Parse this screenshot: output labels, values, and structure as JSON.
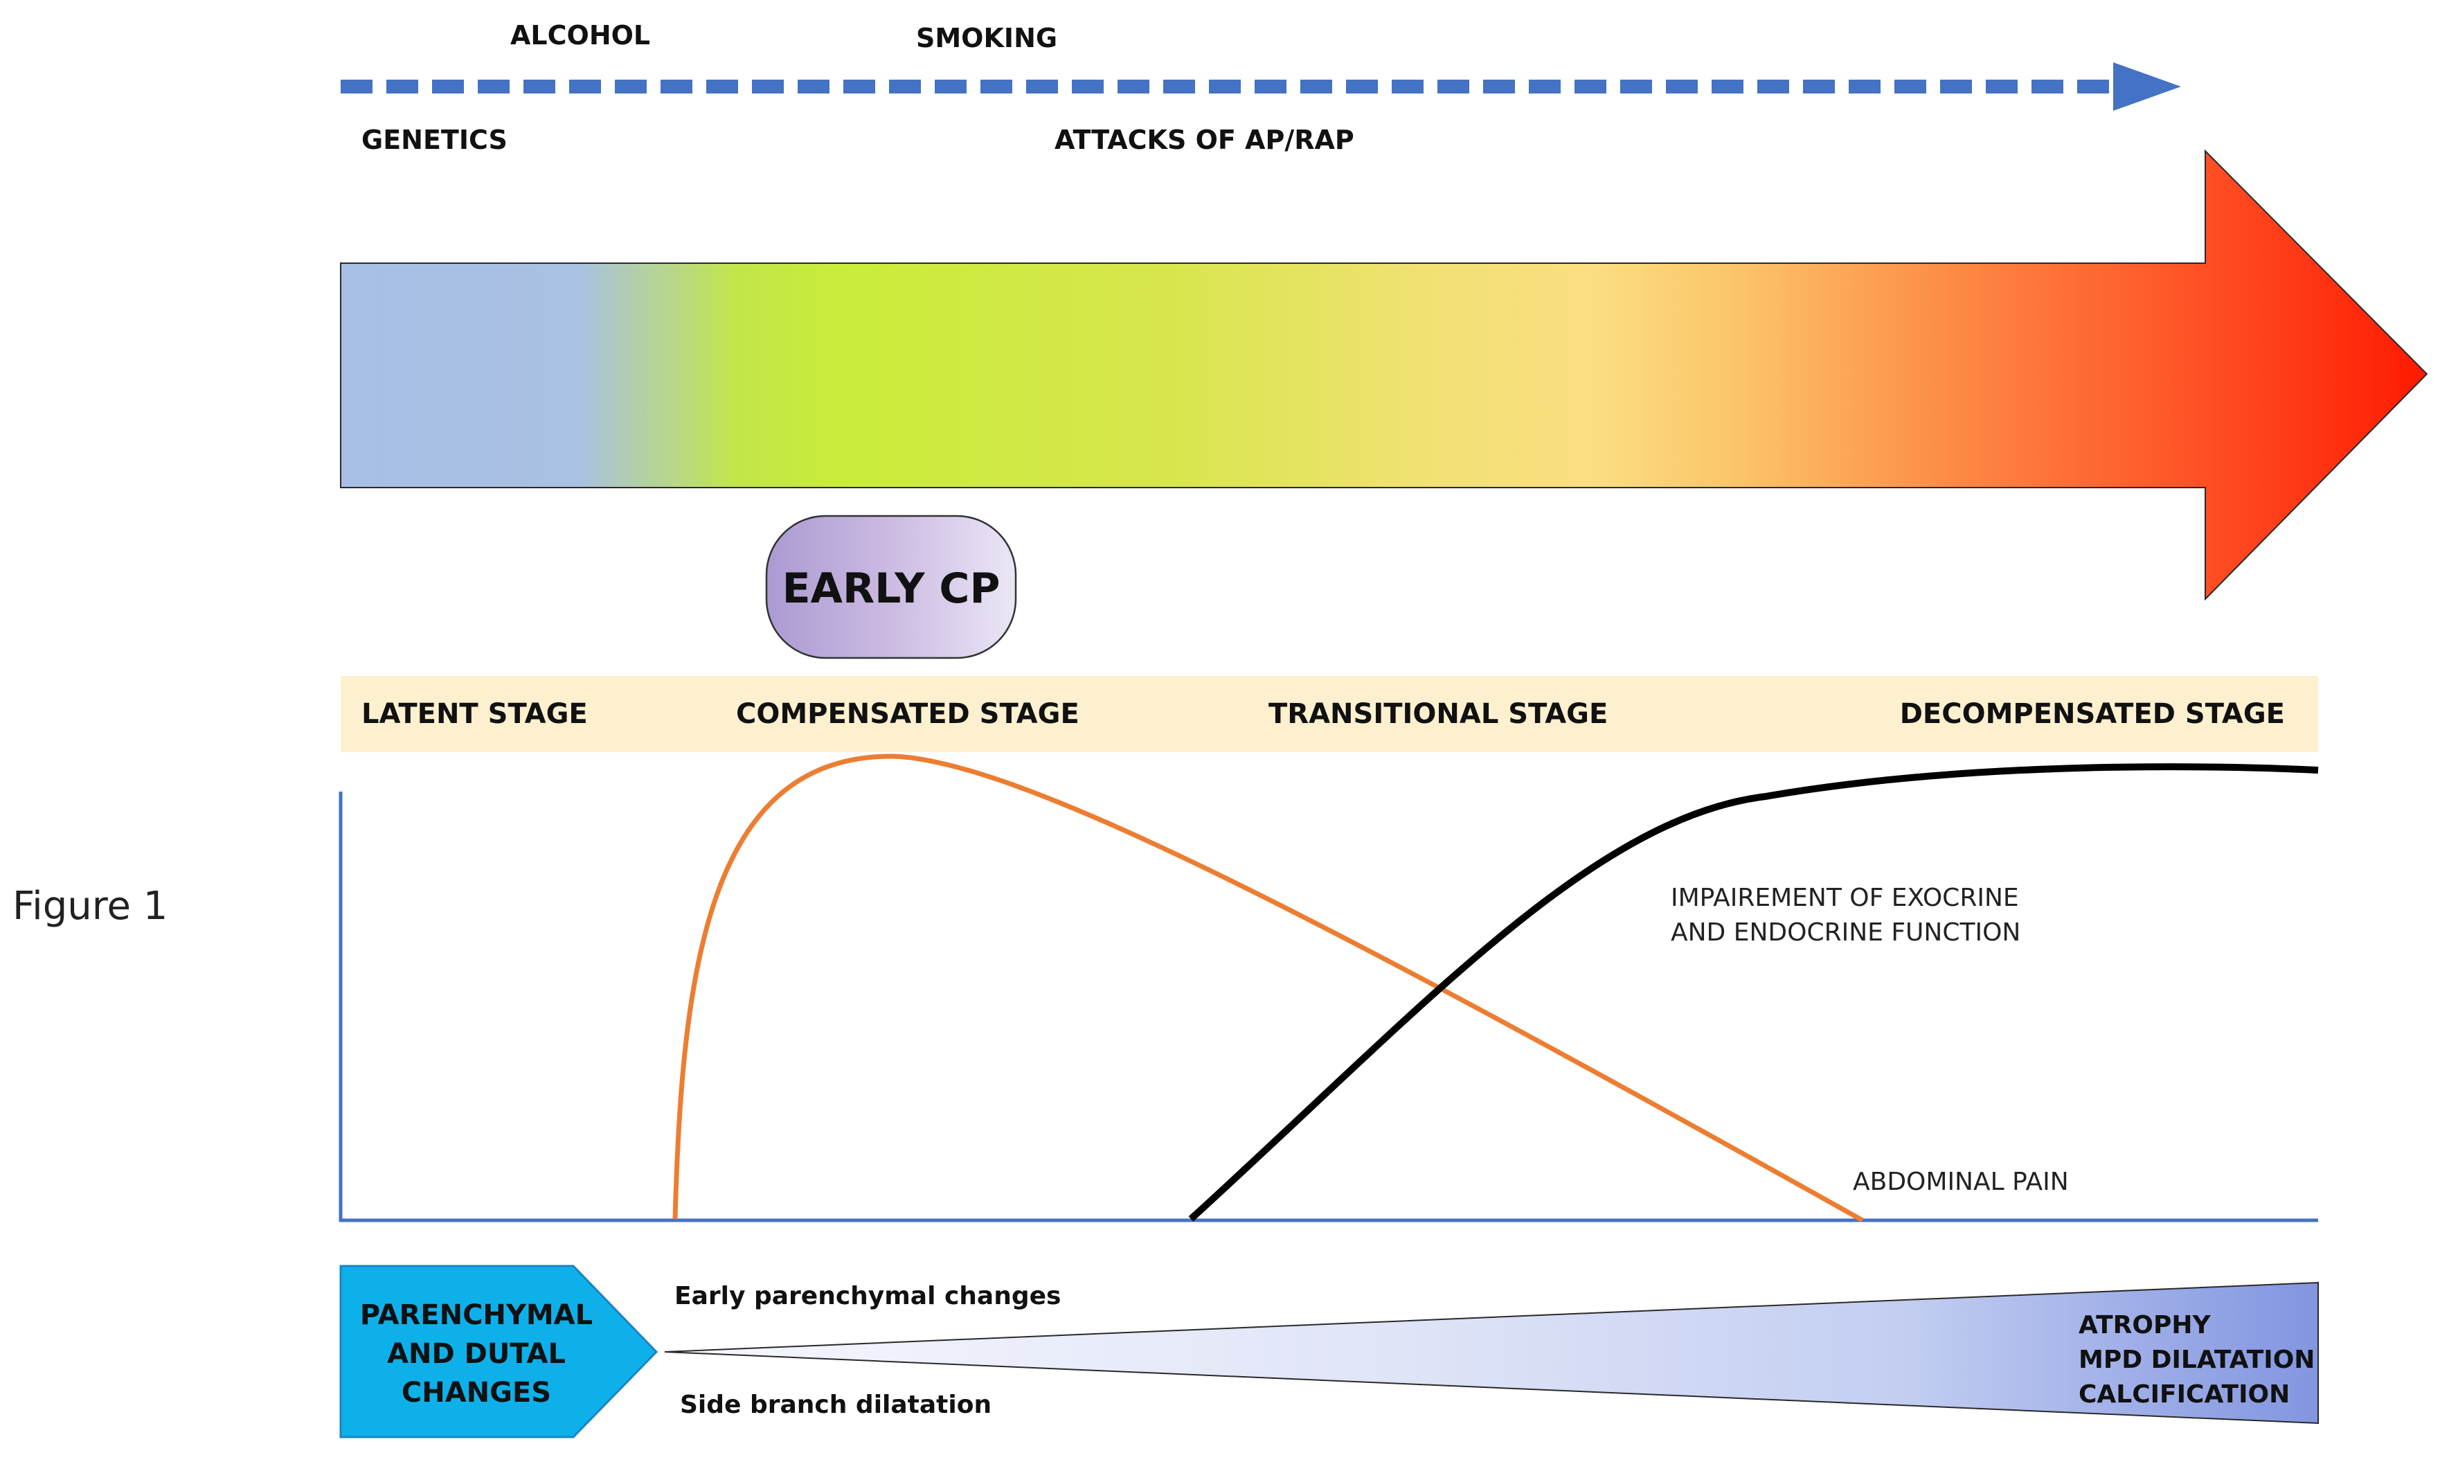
{
  "figure_label": "Figure 1",
  "risk_factors": {
    "alcohol": "ALCOHOL",
    "smoking": "SMOKING",
    "genetics": "GENETICS",
    "attacks": "ATTACKS OF AP/RAP"
  },
  "early_cp": "EARLY CP",
  "stages": {
    "latent": "LATENT STAGE",
    "compensated": "COMPENSATED STAGE",
    "transitional": "TRANSITIONAL STAGE",
    "decompensated": "DECOMPENSATED STAGE"
  },
  "curves": {
    "impairment_line1": "IMPAIREMENT OF EXOCRINE",
    "impairment_line2": "AND ENDOCRINE FUNCTION",
    "abdominal_pain": "ABDOMINAL PAIN"
  },
  "changes": {
    "box_line1": "PARENCHYMAL",
    "box_line2": "AND DUTAL",
    "box_line3": "CHANGES",
    "early_parenchymal": "Early parenchymal changes",
    "side_branch": "Side branch dilatation",
    "atrophy": "ATROPHY",
    "mpd": "MPD DILATATION",
    "calcification": "CALCIFICATION"
  },
  "colors": {
    "dashed_arrow": "#4472c4",
    "axis": "#4472c4",
    "pain_curve": "#ed7d31",
    "function_curve": "#000000",
    "stage_band": "#fdf0cf",
    "changes_box": "#0eb0ea",
    "early_cp_pill": "#c7b6e0",
    "big_arrow_start": "#a8bfe6",
    "big_arrow_mid": "#c9ec3a",
    "big_arrow_end": "#ff1a00"
  }
}
